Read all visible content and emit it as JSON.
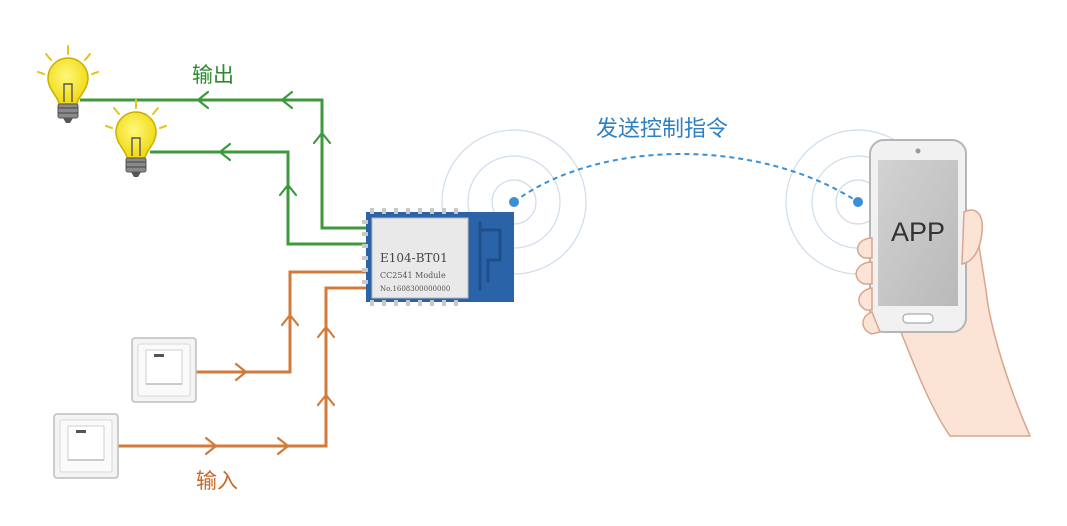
{
  "labels": {
    "output": "输出",
    "input": "输入",
    "wireless": "发送控制指令"
  },
  "module": {
    "line1": "E104-BT01",
    "line2": "CC2541 Module",
    "line3": "No.1608300000000"
  },
  "phone": {
    "screen_text": "APP"
  },
  "colors": {
    "output_wire": "#3c9a3c",
    "input_wire": "#d27a3a",
    "wireless_line": "#3a8fd6",
    "label_output": "#2f8a2f",
    "label_input": "#c9692a",
    "label_wireless": "#2e7fc4",
    "module_board": "#2b63a8",
    "bulb": "#f2e21c"
  },
  "icons": {
    "bulbs": [
      "lightbulb-icon",
      "lightbulb-icon"
    ],
    "switches": [
      "wall-switch-icon",
      "wall-switch-icon"
    ],
    "phone": "smartphone-in-hand-icon",
    "signal": "wireless-signal-icon"
  }
}
